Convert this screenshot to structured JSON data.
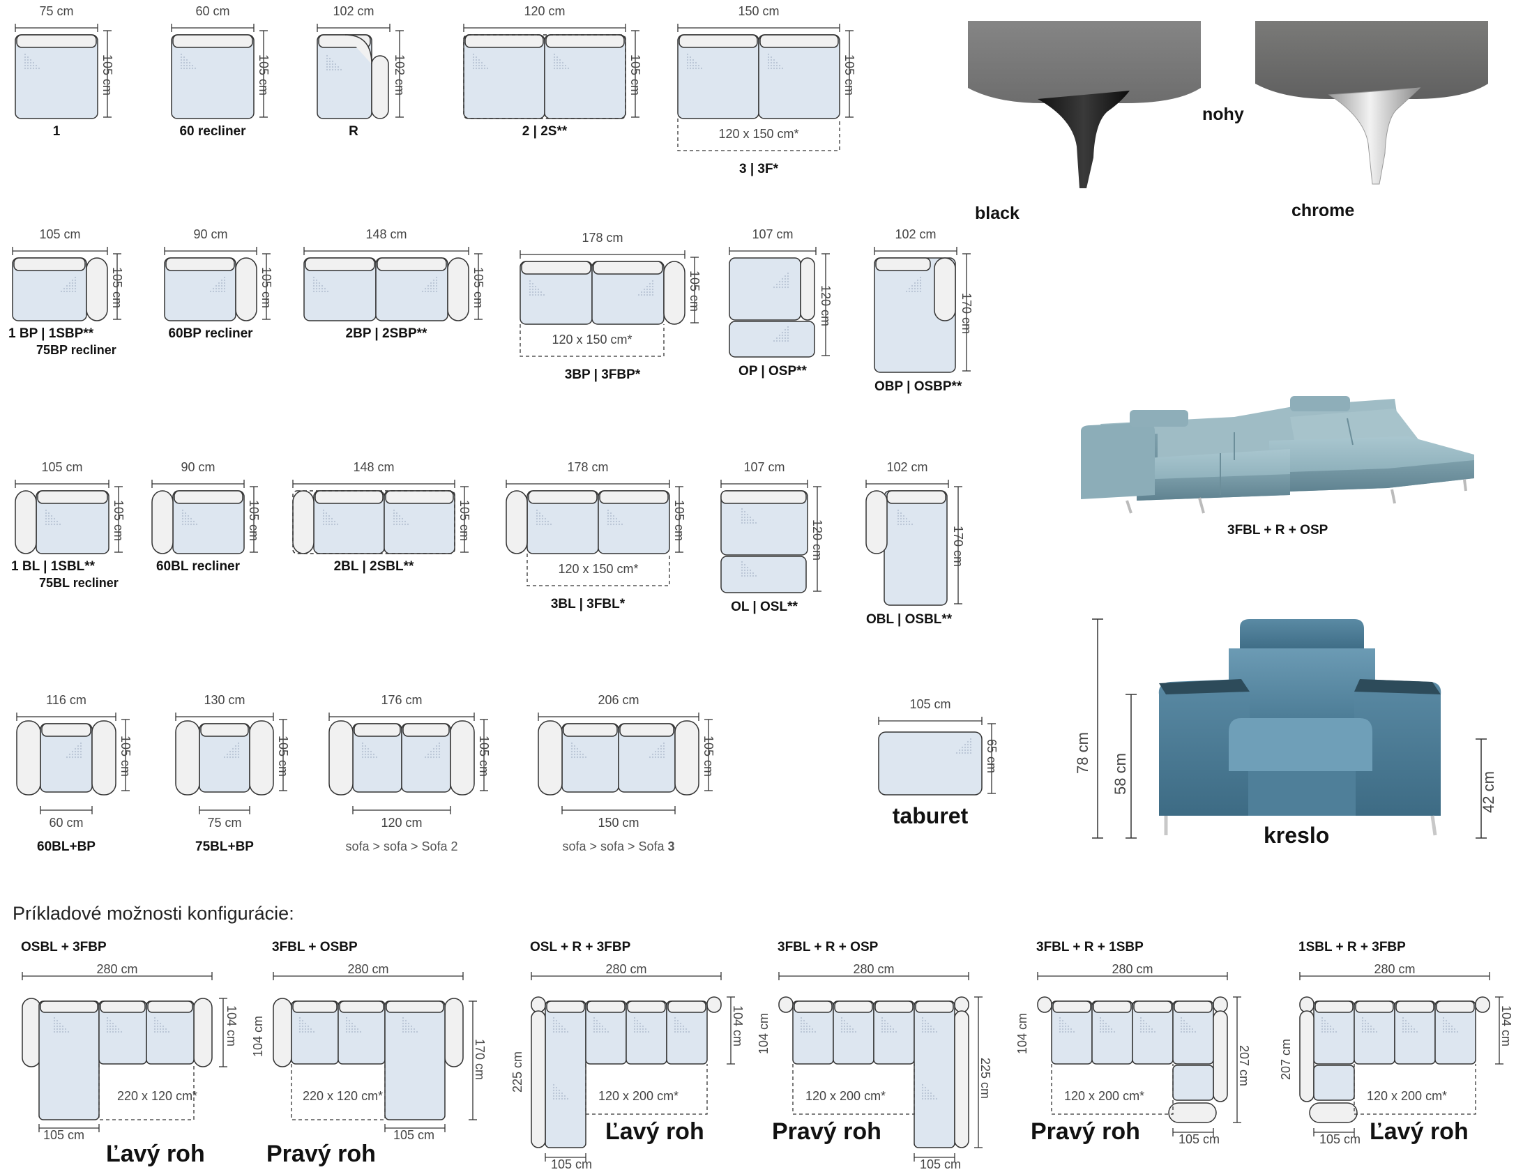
{
  "colors": {
    "seat": "#dde6f0",
    "back": "#f1f1f1",
    "line": "#333333",
    "hatch": "#b8c4d4"
  },
  "legs": {
    "label": "nohy",
    "black": "black",
    "chrome": "chrome"
  },
  "modules": [
    {
      "id": "m1",
      "name": "1",
      "width": "75 cm",
      "depth": "105 cm"
    },
    {
      "id": "m60r",
      "name": "60 recliner",
      "width": "60 cm",
      "depth": "105 cm"
    },
    {
      "id": "mR",
      "name": "R",
      "width": "102 cm",
      "depth": "102 cm"
    },
    {
      "id": "m2",
      "name": "2 | 2S**",
      "width": "120 cm",
      "depth": "105 cm"
    },
    {
      "id": "m3",
      "name": "3 | 3F*",
      "width": "150 cm",
      "depth": "105 cm",
      "inner": "120 x 150 cm*"
    },
    {
      "id": "m1bp",
      "name": "1 BP | 1SBP**",
      "sub": "75BP recliner",
      "width": "105 cm",
      "depth": "105 cm"
    },
    {
      "id": "m60bp",
      "name": "60BP recliner",
      "width": "90 cm",
      "depth": "105 cm"
    },
    {
      "id": "m2bp",
      "name": "2BP | 2SBP**",
      "width": "148 cm",
      "depth": "105 cm"
    },
    {
      "id": "m3bp",
      "name": "3BP | 3FBP*",
      "width": "178 cm",
      "depth": "105 cm",
      "inner": "120 x 150 cm*"
    },
    {
      "id": "mop",
      "name": "OP | OSP**",
      "width": "107 cm",
      "depth": "120 cm"
    },
    {
      "id": "mobp",
      "name": "OBP | OSBP**",
      "width": "102 cm",
      "depth": "170 cm"
    },
    {
      "id": "m1bl",
      "name": "1 BL | 1SBL**",
      "sub": "75BL recliner",
      "width": "105 cm",
      "depth": "105 cm"
    },
    {
      "id": "m60bl",
      "name": "60BL recliner",
      "width": "90 cm",
      "depth": "105 cm"
    },
    {
      "id": "m2bl",
      "name": "2BL | 2SBL**",
      "width": "148 cm",
      "depth": "105 cm"
    },
    {
      "id": "m3bl",
      "name": "3BL | 3FBL*",
      "width": "178 cm",
      "depth": "105 cm",
      "inner": "120 x 150 cm*"
    },
    {
      "id": "mol",
      "name": "OL | OSL**",
      "width": "107 cm",
      "depth": "120 cm"
    },
    {
      "id": "mobl",
      "name": "OBL | OSBL**",
      "width": "102 cm",
      "depth": "170 cm"
    },
    {
      "id": "m60blbp",
      "name": "60BL+BP",
      "width": "116 cm",
      "depth": "105 cm",
      "seatw": "60 cm"
    },
    {
      "id": "m75blbp",
      "name": "75BL+BP",
      "width": "130 cm",
      "depth": "105 cm",
      "seatw": "75 cm"
    },
    {
      "id": "msofa2",
      "sub": "sofa > sofa > Sofa 2",
      "width": "176 cm",
      "depth": "105 cm",
      "seatw": "120 cm"
    },
    {
      "id": "msofa3",
      "sub": "sofa > sofa > Sofa ",
      "subbold": "3",
      "width": "206 cm",
      "depth": "105 cm",
      "seatw": "150 cm"
    },
    {
      "id": "mtab",
      "name": "taburet",
      "width": "105 cm",
      "depth": "65 cm"
    }
  ],
  "photo_sofa_caption": "3FBL + R + OSP",
  "armchair": {
    "label": "kreslo",
    "h1": "78 cm",
    "h2": "58 cm",
    "h3": "42 cm"
  },
  "section_title": "Príkladové možnosti konfigurácie:",
  "configs": [
    {
      "title": "OSBL + 3FBP",
      "width": "280 cm",
      "depth": "104 cm",
      "inner": "220 x 120 cm*",
      "foot": "105 cm",
      "corner": "Ľavý roh"
    },
    {
      "title": "3FBL + OSBP",
      "width": "280 cm",
      "depth": "104 cm",
      "side": "170 cm",
      "inner": "220 x 120 cm*",
      "foot": "105 cm",
      "corner": "Pravý roh"
    },
    {
      "title": "OSL + R + 3FBP",
      "width": "280 cm",
      "depth": "104 cm",
      "side": "225 cm",
      "inner": "120 x 200 cm*",
      "foot": "105 cm",
      "corner": "Ľavý roh"
    },
    {
      "title": "3FBL + R + OSP",
      "width": "280 cm",
      "depth": "104 cm",
      "side": "225 cm",
      "inner": "120 x 200 cm*",
      "foot": "105 cm",
      "corner": "Pravý roh"
    },
    {
      "title": "3FBL + R + 1SBP",
      "width": "280 cm",
      "depth": "104 cm",
      "side": "207 cm",
      "inner": "120 x 200 cm*",
      "foot": "105 cm",
      "corner": "Pravý roh"
    },
    {
      "title": "1SBL + R + 3FBP",
      "width": "280 cm",
      "depth": "104 cm",
      "side": "207 cm",
      "inner": "120 x 200 cm*",
      "foot": "105 cm",
      "corner": "Ľavý roh"
    }
  ]
}
